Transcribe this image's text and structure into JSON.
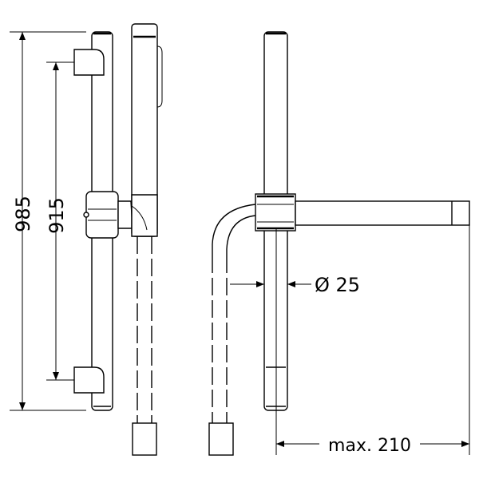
{
  "dimensions": {
    "overall_height": "985",
    "bracket_spacing": "915",
    "bar_diameter": "Ø 25",
    "arm_reach": "max. 210"
  },
  "colors": {
    "line": "#000000",
    "background": "#ffffff"
  }
}
